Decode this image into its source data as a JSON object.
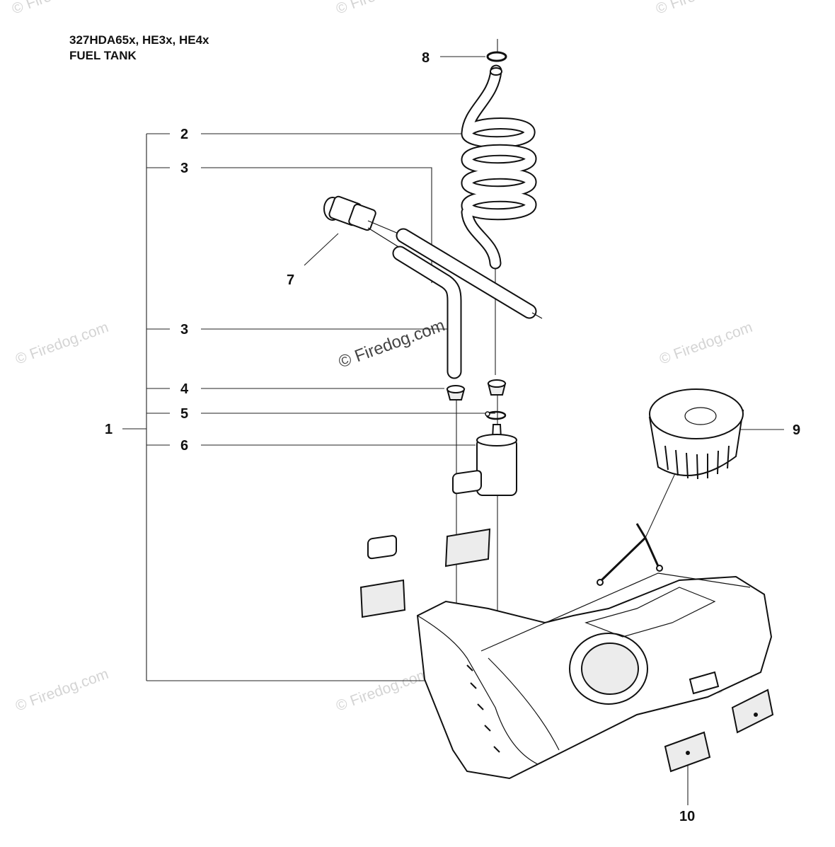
{
  "title": {
    "model": "327HDA65x, HE3x, HE4x",
    "section": "FUEL TANK"
  },
  "callouts": {
    "c1": "1",
    "c2": "2",
    "c3a": "3",
    "c3b": "3",
    "c4": "4",
    "c5": "5",
    "c6": "6",
    "c7": "7",
    "c8": "8",
    "c9": "9",
    "c10": "10"
  },
  "watermark": {
    "text": "© Firedog.com",
    "center_text": "© Firedog.com"
  }
}
